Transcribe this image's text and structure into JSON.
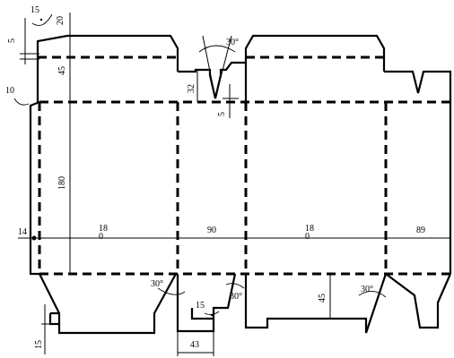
{
  "dimensions": {
    "top_flap_angle": "15",
    "top_flap_offset": "5",
    "top_flap_height": "20",
    "tuck_fold_depth": "45",
    "glue_flap_angle": "10",
    "side_slot_angle": "30°",
    "side_flap_height": "32",
    "slot_offset": "5",
    "panel_height": "180",
    "glue_flap_width": "14",
    "front_panel_width": "18\n0",
    "side_panel_width": "90",
    "back_panel_width": "18\n0",
    "end_panel_width": "89",
    "bottom_left_angle": "30°",
    "bottom_slot_angle": "30°",
    "bottom_tab_angle": "15",
    "bottom_tab_width": "43",
    "bottom_flap_depth": "45",
    "bottom_right_angle": "30°",
    "bottom_tuck_height": "15"
  }
}
